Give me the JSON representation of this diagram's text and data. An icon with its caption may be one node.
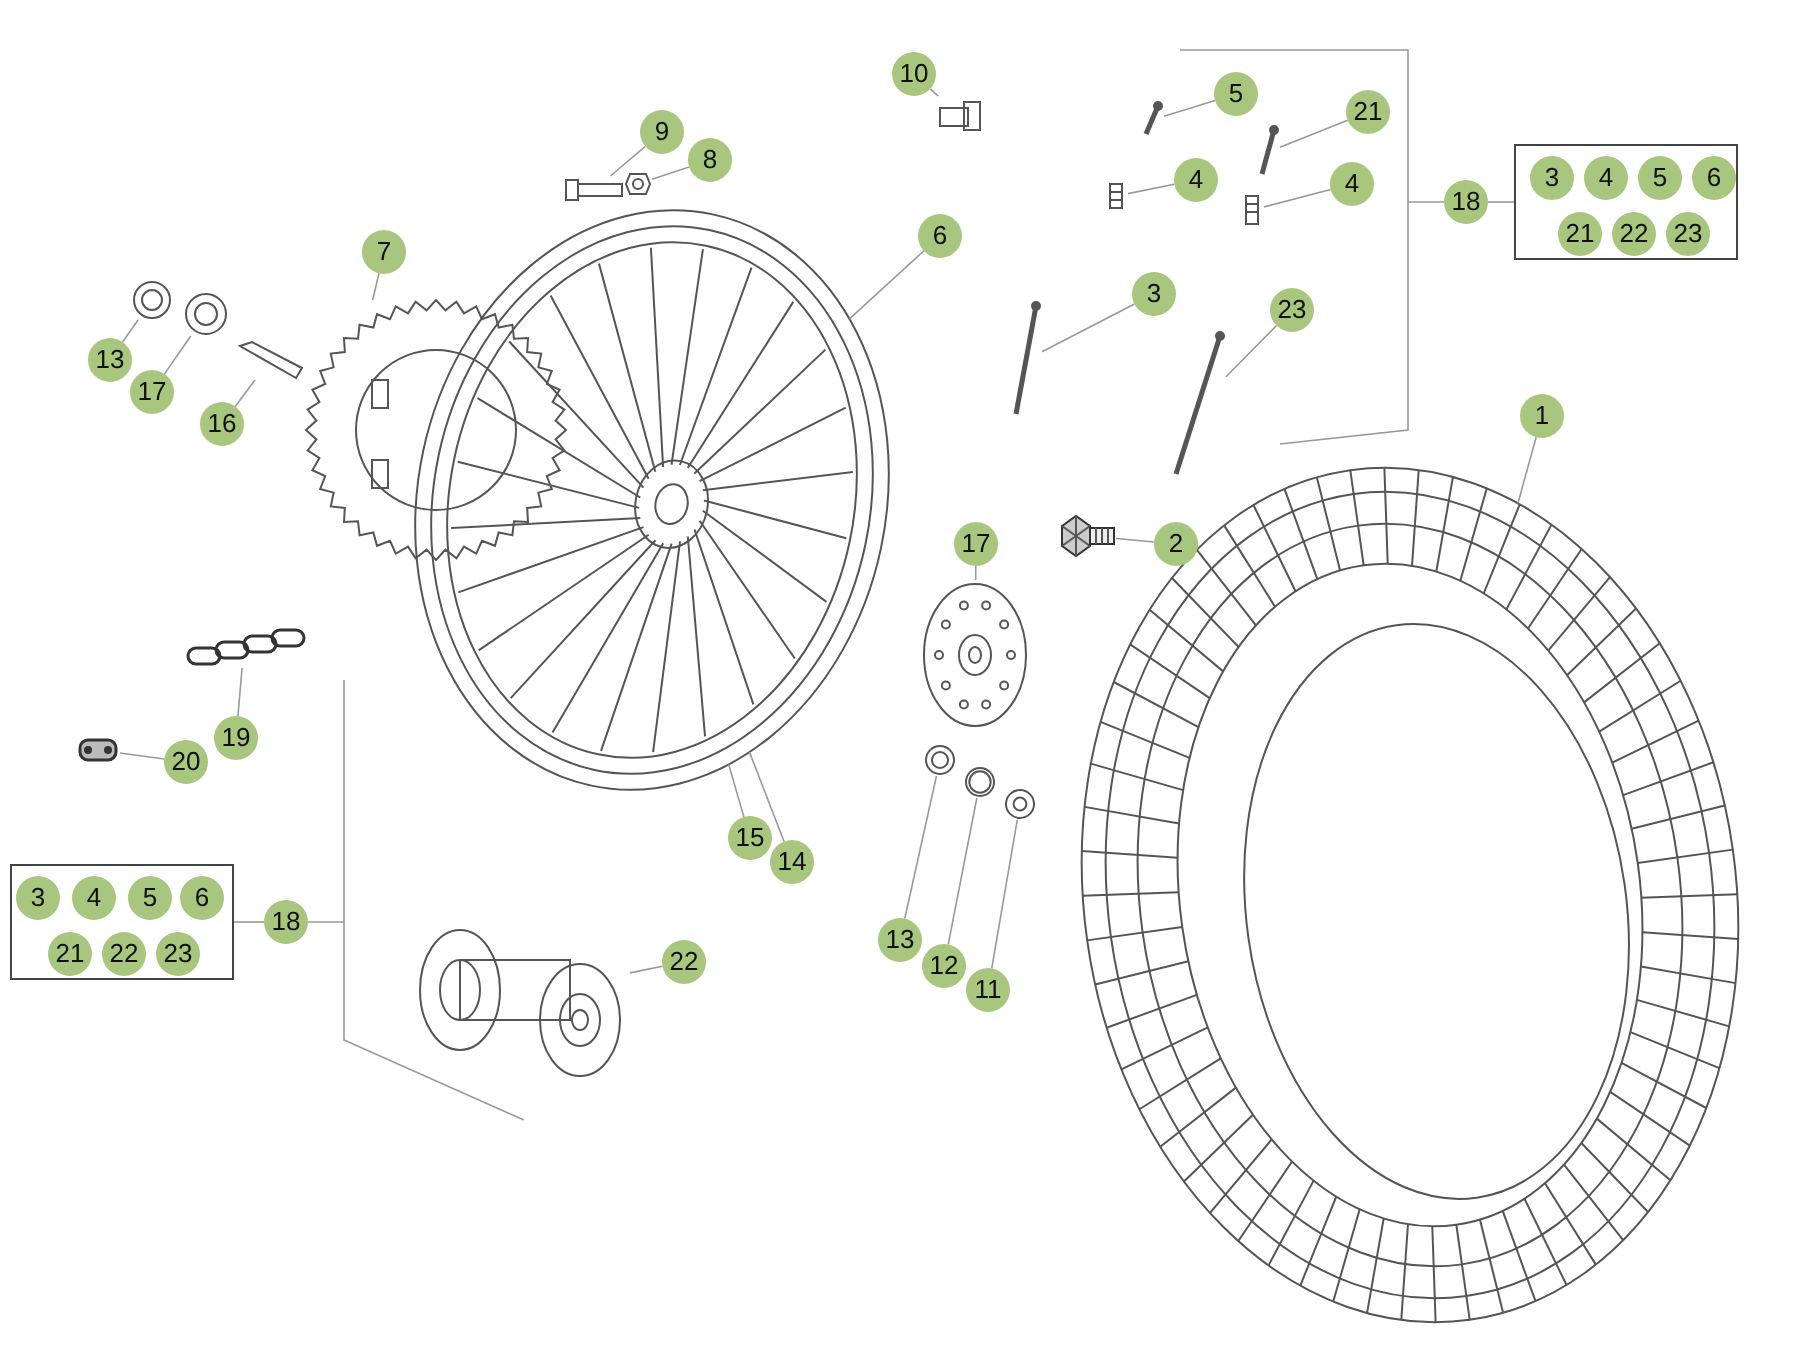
{
  "diagram": {
    "nodes": [
      {
        "text": [
          "10"
        ]
      },
      {
        "text": [],
        "shape": "picture"
      },
      {
        "text": [
          "9"
        ]
      },
      {
        "text": [
          "8"
        ]
      },
      {
        "text": [],
        "shape": "picture"
      },
      {
        "text": [],
        "shape": "picture"
      },
      {
        "text": [
          "5"
        ]
      },
      {
        "text": [
          "21"
        ]
      },
      {
        "text": [],
        "shape": "picture"
      },
      {
        "text": [],
        "shape": "picture"
      },
      {
        "text": [],
        "shape": "box"
      },
      {
        "text": [
          "3"
        ],
        "in": 10
      },
      {
        "text": [
          "4"
        ],
        "in": 10
      },
      {
        "text": [
          "5"
        ],
        "in": 10
      },
      {
        "text": [
          "6"
        ],
        "in": 10
      },
      {
        "text": [
          "21"
        ],
        "in": 10
      },
      {
        "text": [
          "22"
        ],
        "in": 10
      },
      {
        "text": [
          "23"
        ],
        "in": 10
      },
      {
        "text": [
          "18"
        ]
      },
      {
        "text": [
          "4"
        ]
      },
      {
        "text": [
          "4"
        ]
      },
      {
        "text": [],
        "shape": "picture"
      },
      {
        "text": [],
        "shape": "picture"
      },
      {
        "text": [
          "7"
        ]
      },
      {
        "text": [],
        "shape": "picture"
      },
      {
        "text": [
          "6"
        ]
      },
      {
        "text": [],
        "shape": "picture"
      },
      {
        "text": [
          "13"
        ]
      },
      {
        "text": [
          "17"
        ]
      },
      {
        "text": [],
        "shape": "picture"
      },
      {
        "text": [],
        "shape": "picture"
      },
      {
        "text": [
          "16"
        ]
      },
      {
        "text": [],
        "shape": "picture"
      },
      {
        "text": [
          "3"
        ]
      },
      {
        "text": [],
        "shape": "picture"
      },
      {
        "text": [
          "23"
        ]
      },
      {
        "text": [],
        "shape": "picture"
      },
      {
        "text": [
          "1"
        ]
      },
      {
        "text": [],
        "shape": "picture"
      },
      {
        "text": [
          "2"
        ]
      },
      {
        "text": [],
        "shape": "picture"
      },
      {
        "text": [
          "17"
        ]
      },
      {
        "text": [],
        "shape": "picture"
      },
      {
        "text": [],
        "shape": "picture"
      },
      {
        "text": [
          "19"
        ]
      },
      {
        "text": [],
        "shape": "picture"
      },
      {
        "text": [
          "20"
        ]
      },
      {
        "text": [
          "15"
        ]
      },
      {
        "text": [
          "14"
        ]
      },
      {
        "text": [],
        "shape": "box"
      },
      {
        "text": [
          "3"
        ],
        "in": 49
      },
      {
        "text": [
          "4"
        ],
        "in": 49
      },
      {
        "text": [
          "5"
        ],
        "in": 49
      },
      {
        "text": [
          "6"
        ],
        "in": 49
      },
      {
        "text": [
          "21"
        ],
        "in": 49
      },
      {
        "text": [
          "22"
        ],
        "in": 49
      },
      {
        "text": [
          "23"
        ],
        "in": 49
      },
      {
        "text": [
          "18"
        ]
      },
      {
        "text": [
          "13"
        ]
      },
      {
        "text": [
          "12"
        ]
      },
      {
        "text": [
          "11"
        ]
      },
      {
        "text": [],
        "shape": "picture"
      },
      {
        "text": [],
        "shape": "picture"
      },
      {
        "text": [],
        "shape": "picture"
      },
      {
        "text": [
          "22"
        ]
      },
      {
        "text": [],
        "shape": "picture"
      }
    ],
    "edges": [
      {
        "from": 0,
        "to": 1,
        "arrow": "none"
      },
      {
        "from": 2,
        "to": 4,
        "arrow": "none"
      },
      {
        "from": 3,
        "to": 5,
        "arrow": "none"
      },
      {
        "from": 6,
        "to": 8,
        "arrow": "none"
      },
      {
        "from": 7,
        "to": 9,
        "arrow": "none"
      },
      {
        "from": 18,
        "to": 10,
        "arrow": "none"
      },
      {
        "from": 19,
        "to": 21,
        "arrow": "none"
      },
      {
        "from": 20,
        "to": 22,
        "arrow": "none"
      },
      {
        "from": 23,
        "to": 24,
        "arrow": "none"
      },
      {
        "from": 25,
        "to": 26,
        "arrow": "none"
      },
      {
        "from": 27,
        "to": 29,
        "arrow": "none"
      },
      {
        "from": 28,
        "to": 30,
        "arrow": "none"
      },
      {
        "from": 31,
        "to": 32,
        "arrow": "none"
      },
      {
        "from": 33,
        "to": 34,
        "arrow": "none"
      },
      {
        "from": 35,
        "to": 36,
        "arrow": "none"
      },
      {
        "from": 37,
        "to": 38,
        "arrow": "none"
      },
      {
        "from": 39,
        "to": 40,
        "arrow": "none"
      },
      {
        "from": 41,
        "to": 42,
        "arrow": "none"
      },
      {
        "from": 44,
        "to": 43,
        "arrow": "none"
      },
      {
        "from": 46,
        "to": 45,
        "arrow": "none"
      },
      {
        "from": 47,
        "to": 26,
        "arrow": "none"
      },
      {
        "from": 48,
        "to": 26,
        "arrow": "none"
      },
      {
        "from": 57,
        "to": 49,
        "arrow": "none"
      },
      {
        "from": 58,
        "to": 61,
        "arrow": "none"
      },
      {
        "from": 59,
        "to": 62,
        "arrow": "none"
      },
      {
        "from": 60,
        "to": 63,
        "arrow": "none"
      },
      {
        "from": 64,
        "to": 65,
        "arrow": "none"
      }
    ]
  }
}
